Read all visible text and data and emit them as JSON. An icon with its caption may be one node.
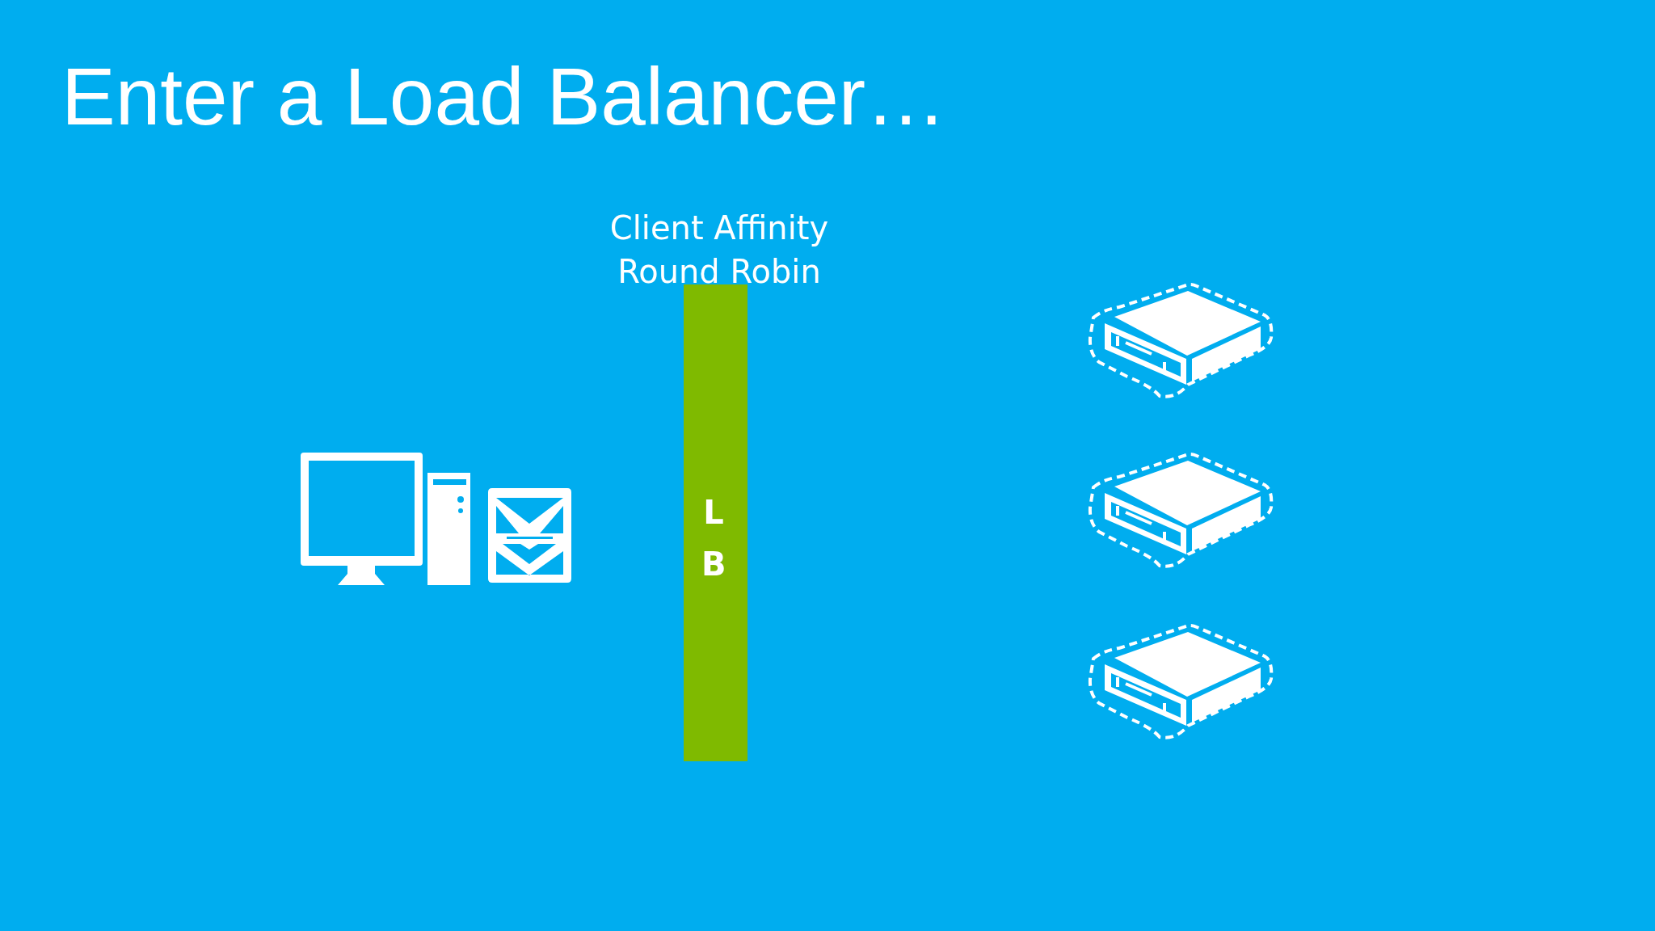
{
  "diagram": {
    "title": "Enter a Load Balancer…",
    "nodes": [
      {
        "text": [],
        "shape": "computer"
      },
      {
        "text": [
          "L B"
        ]
      },
      {
        "text": [],
        "shape": "server"
      },
      {
        "text": [],
        "shape": "server"
      },
      {
        "text": [],
        "shape": "server"
      }
    ],
    "labels": [
      "Client Affinity",
      "Round Robin"
    ]
  }
}
